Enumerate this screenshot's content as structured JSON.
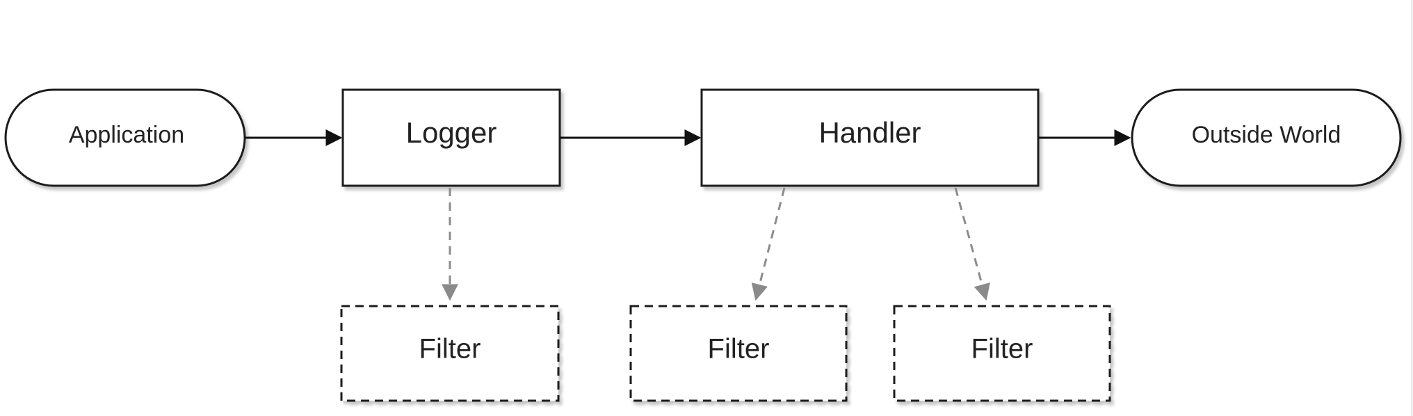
{
  "diagram": {
    "nodes": {
      "application": "Application",
      "logger": "Logger",
      "handler": "Handler",
      "outside_world": "Outside World",
      "logger_filter": "Filter",
      "handler_filter_1": "Filter",
      "handler_filter_2": "Filter"
    },
    "colors": {
      "stroke": "#1a1a1a",
      "dashed_stroke": "#8c8c8c",
      "text": "#222222",
      "background": "#ffffff"
    }
  }
}
